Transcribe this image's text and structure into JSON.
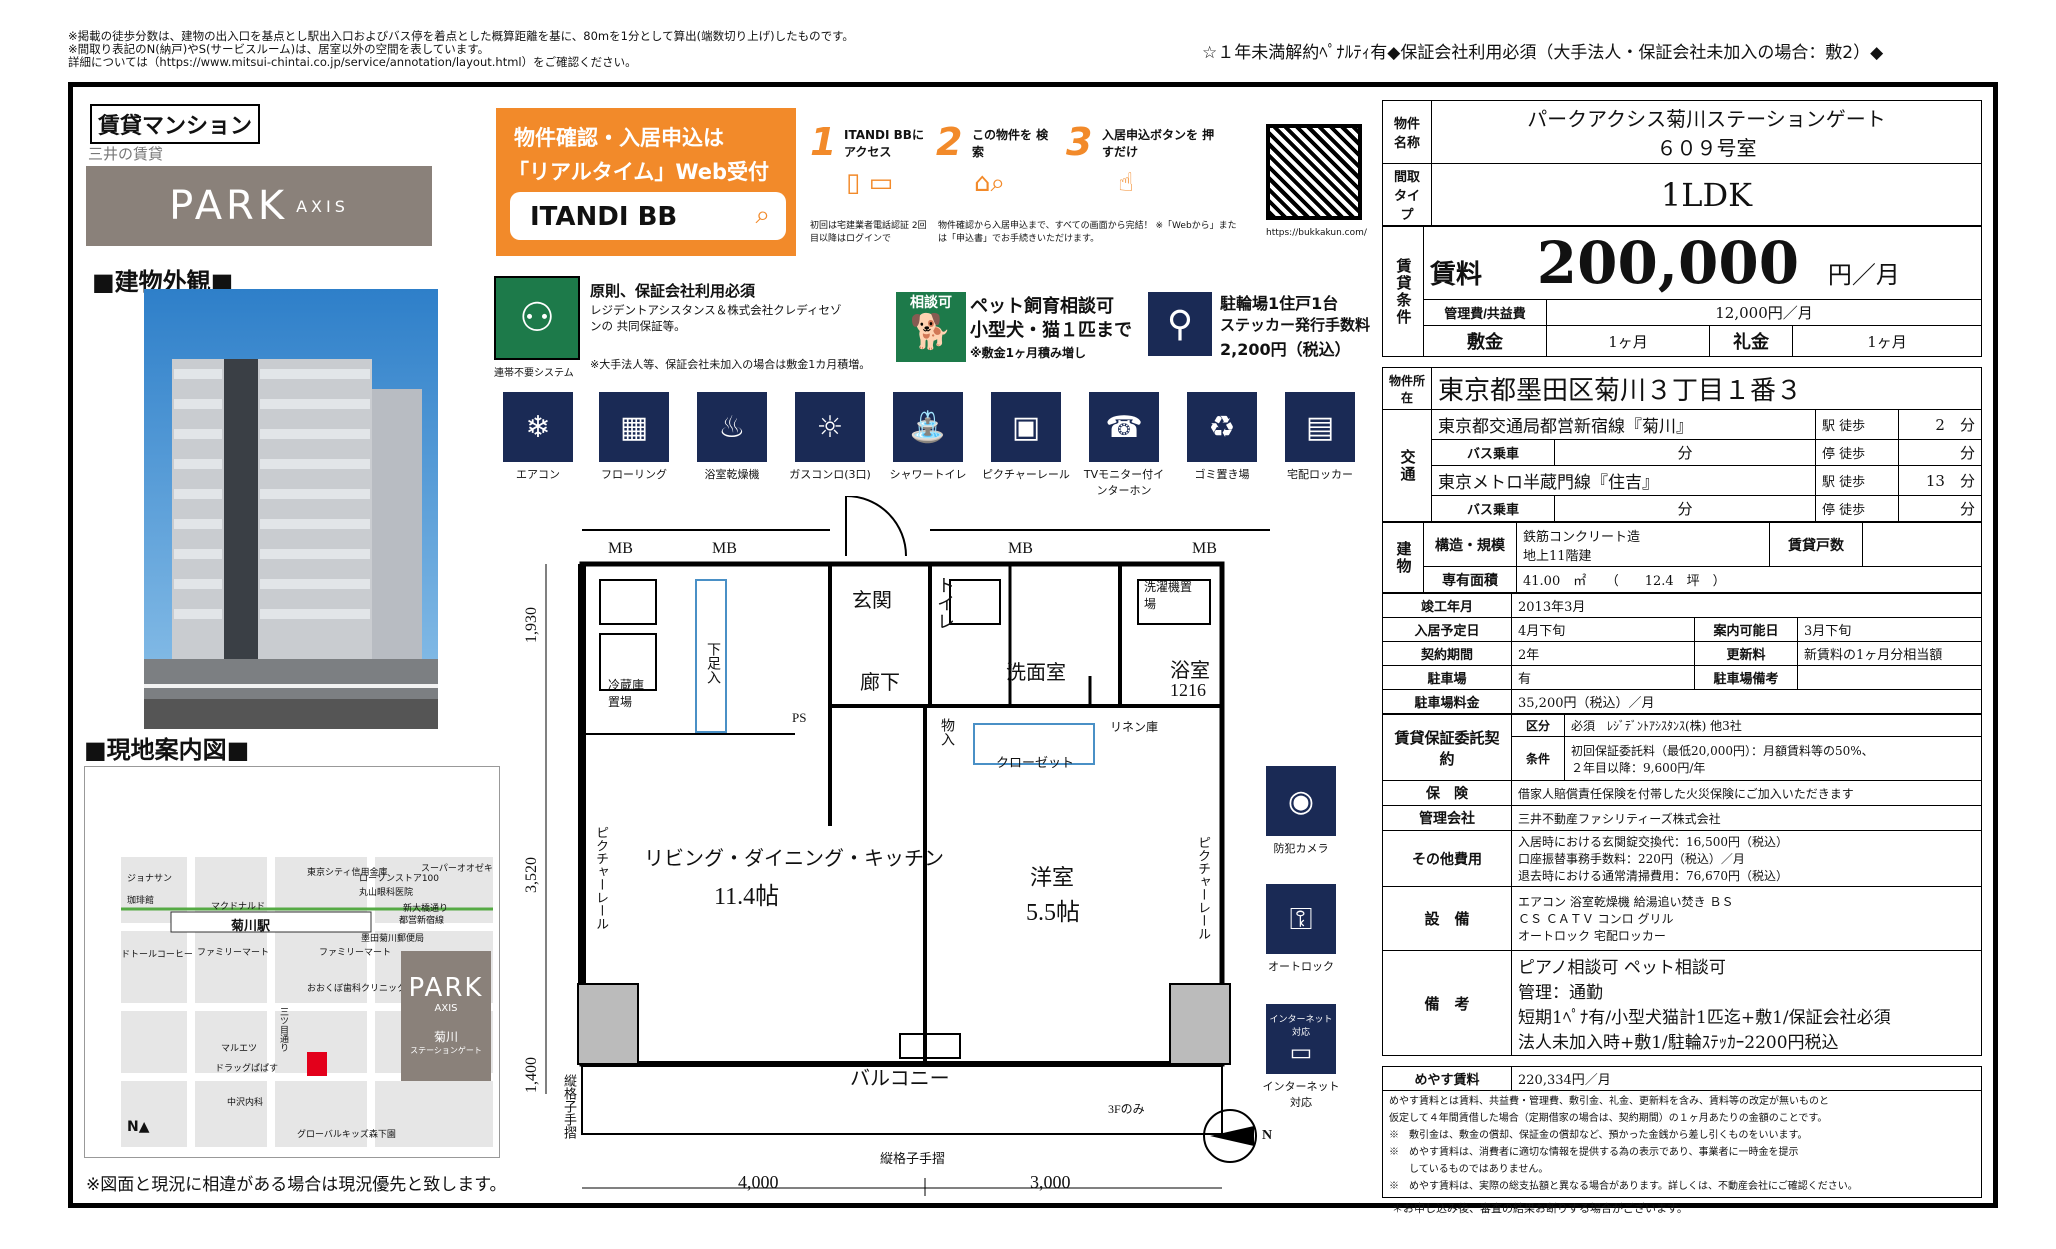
{
  "notes_top": [
    "※掲載の徒歩分数は、建物の出入口を基点とし駅出入口およびバス停を着点とした概算距離を基に、80mを1分として算出(端数切り上げ)したものです。",
    "※間取り表記のN(納戸)やS(サービスルーム)は、居室以外の空間を表しています。",
    "詳細については（https://www.mitsui-chintai.co.jp/service/annotation/layout.html）をご確認ください。"
  ],
  "notice_right": "☆１年未満解約ﾍﾟﾅﾙﾃｨ有◆保証会社利用必須（大手法人・保証会社未加入の場合：敷2）◆",
  "left": {
    "type_label": "賃貸マンション",
    "brand_sub": "三井の賃貸",
    "brand_logo": "PARK",
    "brand_logo_sub": "AXIS",
    "exterior_title": "■建物外観■",
    "map_title": "■現地案内図■",
    "map_labels": [
      "ジョナサン",
      "珈琲館",
      "マクドナルド",
      "東京シティ信用金庫",
      "ローソンストア100",
      "丸山眼科医院",
      "スーパーオオゼキ",
      "新大橋通り",
      "都営新宿線",
      "菊川駅",
      "ドトールコーヒー",
      "ファミリーマート",
      "ファミリーマート",
      "墨田菊川郵便局",
      "おおくぼ歯科クリニック",
      "三ツ目通り",
      "マルエツ",
      "ドラッグぱぱす",
      "中沢内科",
      "グローバルキッズ森下園"
    ],
    "map_logo": "PARK",
    "map_logo_sub": "AXIS",
    "map_logo_station": "菊川",
    "map_logo_station_sub": "ステーションゲート",
    "disclaimer": "※図面と現況に相違がある場合は現況優先と致します。"
  },
  "banner": {
    "line1": "物件確認・入居申込は",
    "line2": "「リアルタイム」Web受付",
    "brand": "ITANDI BB",
    "step1_num": "1",
    "step1": "ITANDI BBに アクセス",
    "step2_num": "2",
    "step2": "この物件を 検索",
    "step3_num": "3",
    "step3": "入居申込ボタンを 押すだけ",
    "foot1": "初回は宅建業者電話認証 2回目以降はログインで",
    "foot2": "物件確認から入居申込まで、すべての画面から完結！ ※「Webから」または「申込書」でお手続きいただけます。",
    "url": "https://bukkakun.com/"
  },
  "features": {
    "guarantor_title": "原則、保証会社利用必須",
    "guarantor_text": "レジデントアシスタンス＆株式会社クレディセゾンの 共同保証等。",
    "guarantor_note": "※大手法人等、保証会社未加入の場合は敷金1カ月積増。",
    "guarantor_icon_caption": "連帯不要システム",
    "pet_badge": "相談可",
    "pet_title": "ペット飼育相談可",
    "pet_sub": "小型犬・猫１匹まで",
    "pet_note": "※敷金1ヶ月積み増し",
    "bike_title": "駐輪場1住戸1台",
    "bike_sub": "ステッカー発行手数料",
    "bike_fee": "2,200円（税込）"
  },
  "equipment_icons": [
    "エアコン",
    "フローリング",
    "浴室乾燥機",
    "ガスコンロ(3口)",
    "シャワートイレ",
    "ピクチャーレール",
    "TVモニター付インターホン",
    "ゴミ置き場",
    "宅配ロッカー"
  ],
  "side_icons": [
    "防犯カメラ",
    "オートロック",
    "インターネット対応"
  ],
  "side_icon_badge": "インターネット対応",
  "floorplan": {
    "mb": [
      "MB",
      "MB",
      "MB",
      "MB"
    ],
    "rooms": {
      "genkan": "玄関",
      "toilet": "トイレ",
      "washer": "洗濯機置場",
      "shoes": "下足入",
      "hall": "廊下",
      "washroom": "洗面室",
      "bath": "浴室",
      "bath_size": "1216",
      "fridge": "冷蔵庫置場",
      "storage": "物入",
      "linen": "リネン庫",
      "closet": "クローゼット",
      "ldk": "リビング・ダイニング・キッチン",
      "ldk_size": "11.4帖",
      "western": "洋室",
      "western_size": "5.5帖",
      "picture1": "ピクチャーレール",
      "picture2": "ピクチャーレール",
      "balcony": "バルコニー",
      "rail_left": "縦格子手摺",
      "rail_bottom": "縦格子手摺",
      "third_floor": "3Fのみ",
      "ps": "PS"
    },
    "dims": {
      "h1": "1,930",
      "h2": "3,520",
      "h3": "1,400",
      "w1": "4,000",
      "w2": "3,000"
    },
    "north": "N"
  },
  "info": {
    "name_label": "物件名称",
    "name_line1": "パークアクシス菊川ステーションゲート",
    "name_line2": "６０９号室",
    "type_label": "間取タイプ",
    "type": "1LDK",
    "rent_section": "賃貸条件",
    "rent_label": "賃料",
    "rent": "200,000",
    "rent_unit": "円／月",
    "mgmt_label": "管理費/共益費",
    "mgmt": "12,000円／月",
    "deposit_label": "敷金",
    "deposit": "1ヶ月",
    "key_label": "礼金",
    "key": "1ヶ月",
    "address_label": "物件所在",
    "address": "東京都墨田区菊川３丁目１番３",
    "transport_label": "交通",
    "line1": "東京都交通局都営新宿線『菊川』",
    "line1_mode": "駅 徒歩",
    "line1_min": "2",
    "bus_label": "バス乗車",
    "bus_unit": "分",
    "stop_walk": "停 徒歩",
    "min": "分",
    "line2": "東京メトロ半蔵門線『住吉』",
    "line2_mode": "駅 徒歩",
    "line2_min": "13",
    "building_label": "建物",
    "structure_label": "構造・規模",
    "structure": "鉄筋コンクリート造",
    "floors": "地上11階建",
    "units_label": "賃貸戸数",
    "area_label": "専有面積",
    "area": "41.00　㎡",
    "tsubo": "（　　12.4　坪　）",
    "built_label": "竣工年月",
    "built": "2013年3月",
    "movein_label": "入居予定日",
    "movein": "4月下旬",
    "viewing_label": "案内可能日",
    "viewing": "3月下旬",
    "term_label": "契約期間",
    "term": "2年",
    "renew_label": "更新料",
    "renew": "新賃料の1ヶ月分相当額",
    "parking_label": "駐車場",
    "parking": "有",
    "parking_note_label": "駐車場備考",
    "parking_fee_label": "駐車場料金",
    "parking_fee": "35,200円（税込）／月",
    "guarantee_label": "賃貸保証委託契約",
    "kubun_label": "区分",
    "kubun": "必須　ﾚｼﾞﾃﾞﾝﾄｱｼｽﾀﾝｽ(株) 他3社",
    "cond_label": "条件",
    "cond1": "初回保証委託料（最低20,000円）：月額賃料等の50%、",
    "cond2": "２年目以降：9,600円/年",
    "insurance_label": "保　険",
    "insurance": "借家人賠償責任保険を付帯した火災保険にご加入いただきます",
    "manager_label": "管理会社",
    "manager": "三井不動産ファシリティーズ株式会社",
    "other_label": "その他費用",
    "other1": "入居時における玄関錠交換代：16,500円（税込）",
    "other2": "口座振替事務手数料：220円（税込）／月",
    "other3": "退去時における通常清掃費用：76,670円（税込）",
    "equip_label": "設　備",
    "equip1": "エアコン 浴室乾燥機 給湯追い焚き ＢＳ",
    "equip2": "ＣＳ ＣＡＴＶ コンロ グリル",
    "equip3": "オートロック 宅配ロッカー",
    "remarks_label": "備　考",
    "remarks1": "ピアノ相談可 ペット相談可",
    "remarks2": "管理：通勤",
    "remarks3": "短期1ﾍﾟﾅ有/小型犬猫計1匹迄+敷1/保証会社必須",
    "remarks4": "法人未加入時+敷1/駐輪ｽﾃｯｶｰ2200円税込",
    "meyasu_label": "めやす賃料",
    "meyasu": "220,334円／月",
    "meyasu_notes": [
      "めやす賃料とは賃料、共益費・管理費、敷引金、礼金、更新料を含み、賃料等の改定が無いものと",
      "仮定して４年間賃借した場合（定期借家の場合は、契約期間）の１ヶ月あたりの金額のことです。",
      "※　敷引金は、敷金の償却、保証金の償却など、預かった金銭から差し引くものをいいます。",
      "※　めやす賃料は、消費者に適切な情報を提供する為の表示であり、事業者に一時金を提示",
      "　　しているものではありません。",
      "※　めやす賃料は、実際の総支払額と異なる場合があります。詳しくは、不動産会社にご確認ください。"
    ],
    "footer_note": "＊お申し込み後、審査の結果お断りする場合がございます。"
  }
}
